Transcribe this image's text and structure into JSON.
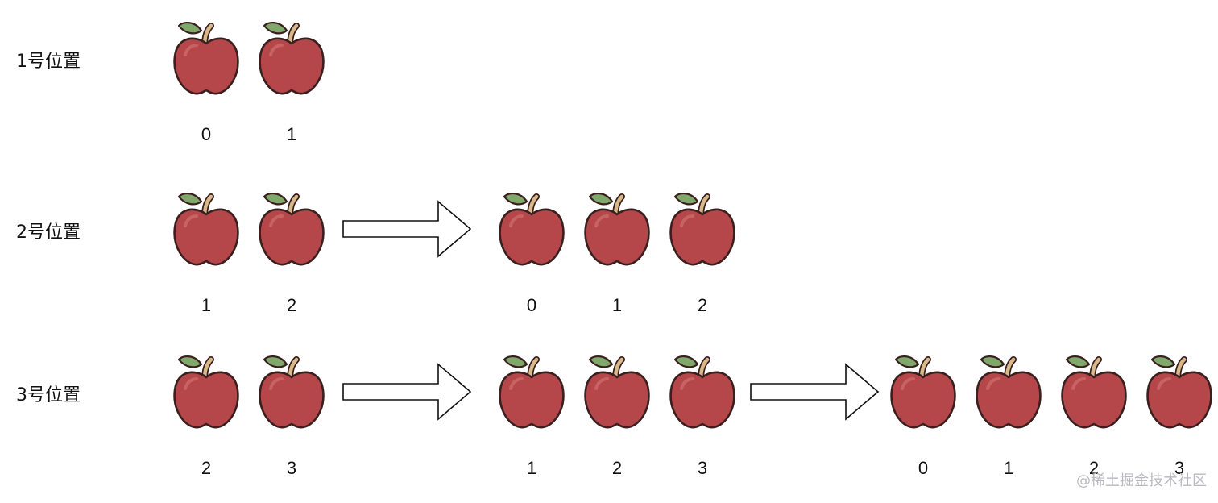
{
  "rows": [
    {
      "label": "1号位置",
      "groups": [
        {
          "indices": [
            "0",
            "1"
          ]
        }
      ]
    },
    {
      "label": "2号位置",
      "groups": [
        {
          "indices": [
            "1",
            "2"
          ]
        },
        {
          "indices": [
            "0",
            "1",
            "2"
          ]
        }
      ]
    },
    {
      "label": "3号位置",
      "groups": [
        {
          "indices": [
            "2",
            "3"
          ]
        },
        {
          "indices": [
            "1",
            "2",
            "3"
          ]
        },
        {
          "indices": [
            "0",
            "1",
            "2",
            "3"
          ]
        }
      ]
    }
  ],
  "icons": {
    "apple": "apple-icon",
    "arrow": "right-arrow-icon"
  },
  "colors": {
    "apple_body": "#b5474a",
    "apple_outline": "#3a1f1f",
    "leaf": "#7fa86a",
    "stem": "#d8b98a",
    "arrow_fill": "#ffffff",
    "arrow_stroke": "#111111"
  },
  "watermark": "@稀土掘金技术社区"
}
